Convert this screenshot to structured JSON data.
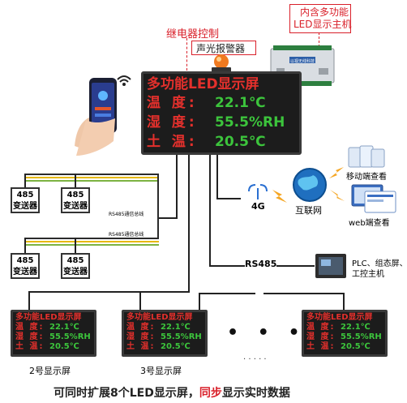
{
  "labels": {
    "relay": "继电器控制",
    "alarm": "声光报警器",
    "host_line1": "内含多功能",
    "host_line2": "LED显示主机",
    "network_4g": "4G",
    "internet": "互联网",
    "mobile_view": "移动端查看",
    "web_view": "web端查看",
    "rs485": "RS485",
    "plc": "PLC、组态屏、",
    "ipc": "工控主机",
    "bus_label_1": "RS485通信总线",
    "bus_label_2": "RS485通信总线",
    "screen2": "2号显示屏",
    "screen3": "3号显示屏",
    "footer_prefix": "可同时扩展8个LED显示屏，",
    "footer_highlight": "同步",
    "footer_suffix": "显示实时数据",
    "device_brand": "以视无线科技"
  },
  "main_screen": {
    "title": "多功能LED显示屏",
    "rows": [
      {
        "label": "温  度:",
        "value": "22.1℃"
      },
      {
        "label": "湿  度:",
        "value": "55.5%RH"
      },
      {
        "label": "土  温:",
        "value": "20.5℃"
      }
    ]
  },
  "small_screen": {
    "title": "多功能LED显示屏",
    "rows": [
      {
        "label": "温  度:",
        "value": "22.1℃"
      },
      {
        "label": "湿  度:",
        "value": "55.5%RH"
      },
      {
        "label": "土  温:",
        "value": "20.5℃"
      }
    ]
  },
  "transmitters": [
    {
      "line1": "485",
      "line2": "变送器"
    },
    {
      "line1": "485",
      "line2": "变送器"
    },
    {
      "line1": "485",
      "line2": "变送器"
    },
    {
      "line1": "485",
      "line2": "变送器"
    }
  ],
  "ellipsis": "• • • •",
  "ellipsis_small": "· · · · ·",
  "colors": {
    "red": "#d9202a",
    "green": "#3cc43c",
    "led_bg": "#1c1c1c"
  }
}
